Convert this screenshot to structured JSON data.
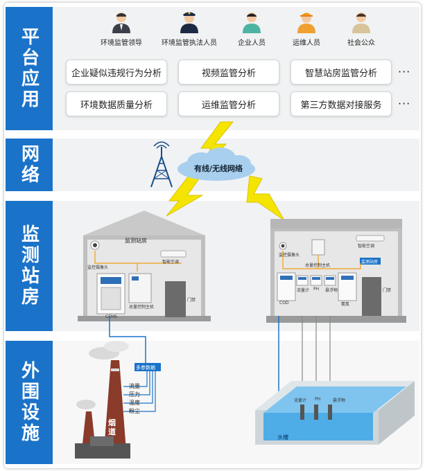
{
  "bands": {
    "platform": "平台应用",
    "network": "网络",
    "station": "监测站房",
    "external": "外围设施"
  },
  "users": [
    {
      "label": "环境监管领导",
      "icon": "leader-icon"
    },
    {
      "label": "环境监管执法人员",
      "icon": "officer-icon"
    },
    {
      "label": "企业人员",
      "icon": "enterprise-staff-icon"
    },
    {
      "label": "运维人员",
      "icon": "maintenance-worker-icon"
    },
    {
      "label": "社会公众",
      "icon": "public-icon"
    }
  ],
  "apps": [
    "企业疑似违规行为分析",
    "视频监管分析",
    "智慧站房监管分析",
    "环境数据质量分析",
    "运维监管分析",
    "第三方数据对接服务"
  ],
  "more": "···",
  "network_cloud": "有线/无线网络",
  "left_station": {
    "title": "监测站房",
    "camera": "监控摄像头",
    "ac": "智能空调",
    "controller": "总量控制主机",
    "cems": "CEMS",
    "door": "门禁",
    "door_label": "门禁"
  },
  "right_station": {
    "camera": "监控摄像头",
    "ac": "智能空调",
    "controller": "总量控制主机",
    "label": "监测站房",
    "instruments": [
      "COD",
      "流量计",
      "PH",
      "悬浮物",
      "氨氮"
    ],
    "door_label": "门禁"
  },
  "chimney": {
    "box": "多参数箱",
    "params": [
      "流量",
      "压力",
      "温度",
      "粉尘"
    ],
    "flue": "烟道"
  },
  "tank": {
    "sensors": [
      "流量计",
      "PH",
      "悬浮物"
    ],
    "label": "水槽"
  }
}
